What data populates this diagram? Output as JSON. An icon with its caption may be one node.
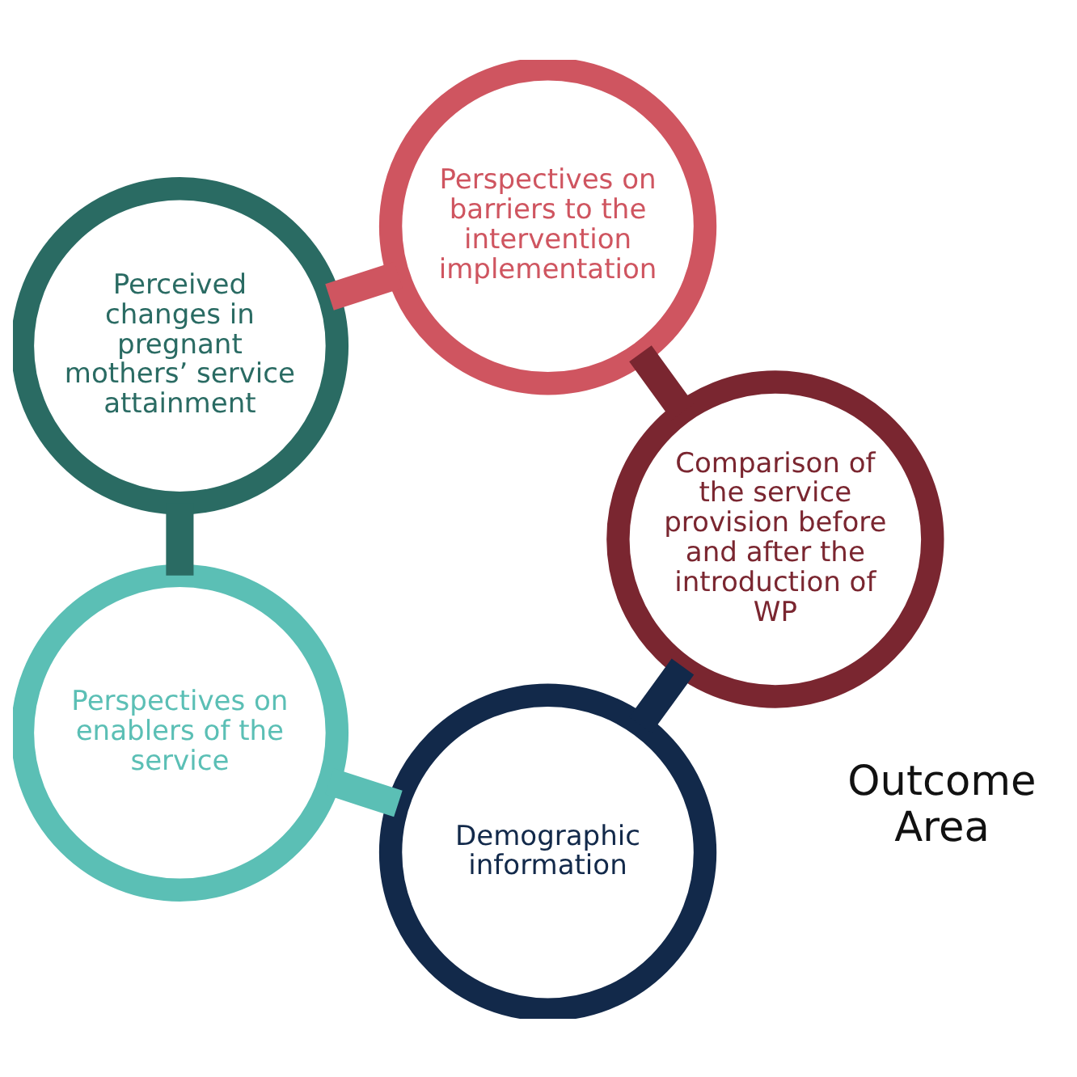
{
  "diagram": {
    "nodes": [
      {
        "text": [
          "Demographic information"
        ]
      },
      {
        "text": [
          "Perspectives on enablers of the service"
        ]
      },
      {
        "text": [
          "Perceived changes in pregnant mothers’ service attainment"
        ]
      },
      {
        "text": [
          "Perspectives on barriers to the intervention implementation"
        ]
      },
      {
        "text": [
          "Comparison of the service provision before and after the introduction of WP"
        ]
      }
    ],
    "edges": [
      {
        "from": 0,
        "to": 1,
        "arrow": "none",
        "color": "#5bbfb5"
      },
      {
        "from": 1,
        "to": 2,
        "arrow": "none",
        "color": "#2a6b63"
      },
      {
        "from": 2,
        "to": 3,
        "arrow": "none",
        "color": "#cf5560"
      },
      {
        "from": 3,
        "to": 4,
        "arrow": "none",
        "color": "#7a2630"
      },
      {
        "from": 4,
        "to": 0,
        "arrow": "none",
        "color": "#12294a"
      }
    ],
    "labels": [
      "Outcome Area"
    ]
  }
}
